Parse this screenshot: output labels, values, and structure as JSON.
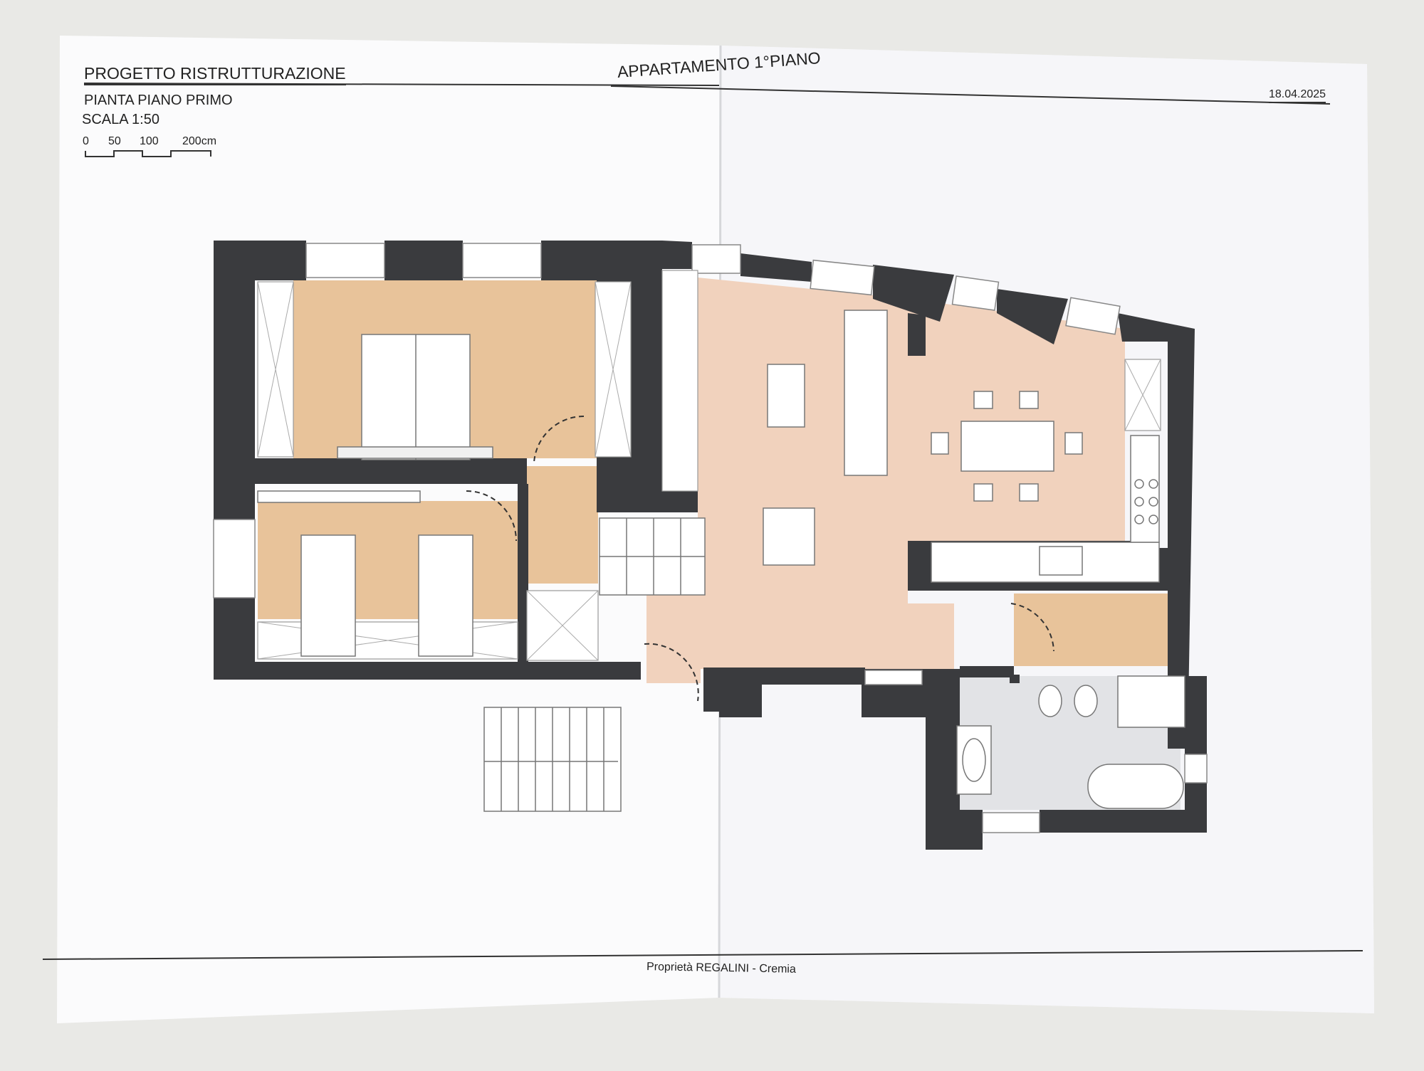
{
  "sheet": {
    "project_title": "PROGETTO RISTRUTTURAZIONE",
    "apartment_title": "APPARTAMENTO 1°PIANO",
    "date": "18.04.2025",
    "plan_title": "PIANTA  PIANO PRIMO",
    "scale": "SCALA 1:50",
    "scale_ticks": [
      "0",
      "50",
      "100",
      "200cm"
    ],
    "owner": "Proprietà REGALINI - Cremia"
  },
  "colors": {
    "wall": "#3a3b3e",
    "floor_wood": "#e8c39a",
    "floor_living": "#f1d2bd",
    "paper": "#fbfbfc",
    "background": "#e9e9e6"
  }
}
